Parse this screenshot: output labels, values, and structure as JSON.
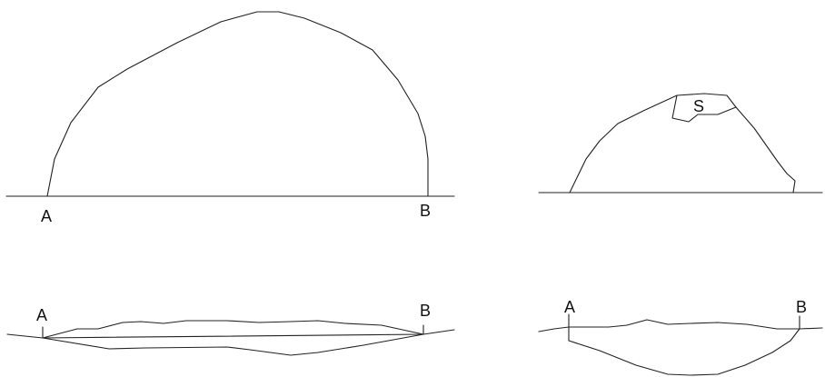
{
  "labels": {
    "tl_a": "A",
    "tl_b": "B",
    "tr_s": "S",
    "bl_a": "A",
    "bl_b": "B",
    "br_a": "A",
    "br_b": "B"
  },
  "colors": {
    "line": "#222222",
    "text": "#111111",
    "background": "#ffffff"
  }
}
